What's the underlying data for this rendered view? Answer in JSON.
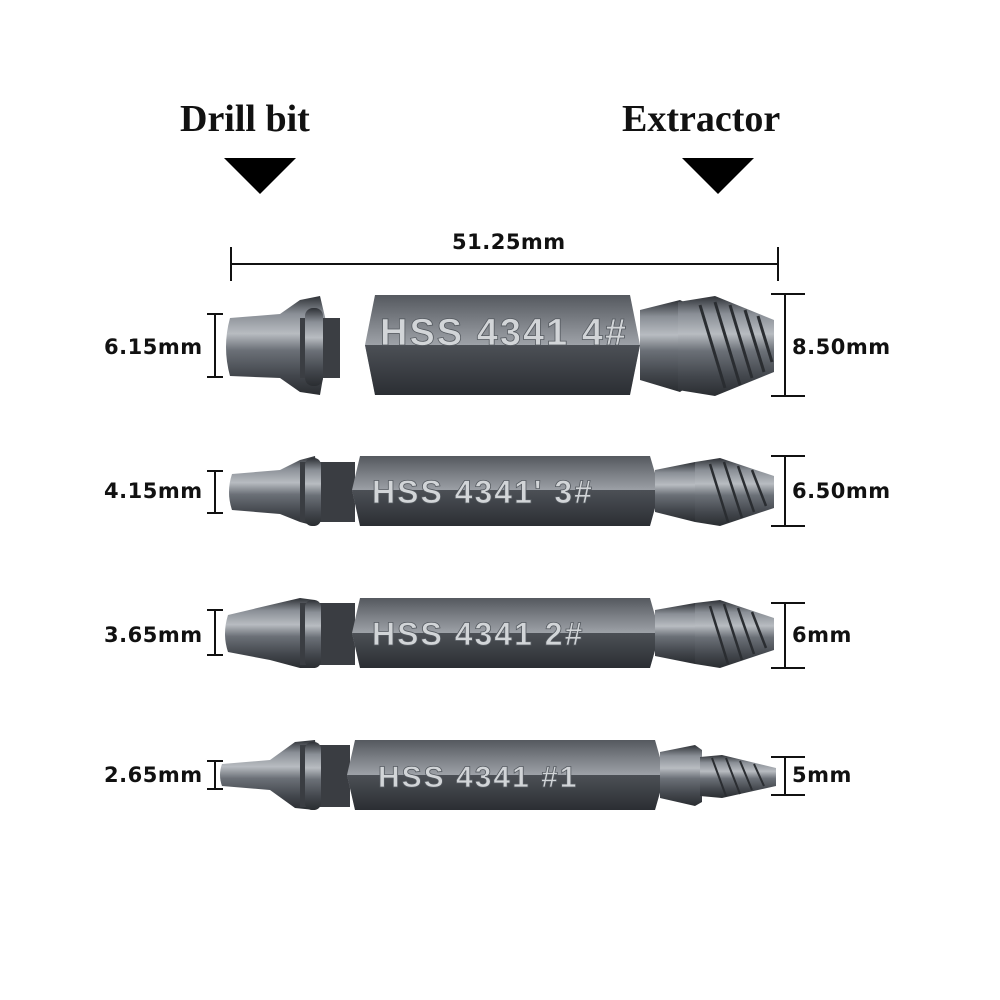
{
  "labels": {
    "drill_bit": "Drill bit",
    "extractor": "Extractor",
    "overall_length": "51.25mm"
  },
  "bits": [
    {
      "drill_size": "6.15mm",
      "extractor_size": "8.50mm",
      "stamp": "HSS  4341  4#"
    },
    {
      "drill_size": "4.15mm",
      "extractor_size": "6.50mm",
      "stamp": "HSS 4341' 3#"
    },
    {
      "drill_size": "3.65mm",
      "extractor_size": "6mm",
      "stamp": "HSS 4341 2#"
    },
    {
      "drill_size": "2.65mm",
      "extractor_size": "5mm",
      "stamp": "HSS 4341 #1"
    }
  ],
  "colors": {
    "background": "#ffffff",
    "text": "#111111",
    "steel_dark": "#3a3d42",
    "steel_mid": "#6b7077",
    "steel_light": "#a9adb3"
  }
}
